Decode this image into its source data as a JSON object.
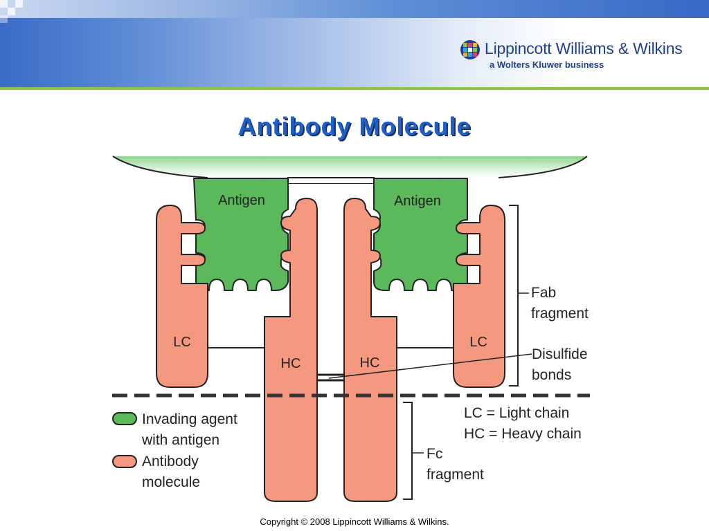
{
  "logo": {
    "main": "Lippincott Williams & Wilkins",
    "sub": "a Wolters Kluwer business"
  },
  "slide": {
    "title": "Antibody Molecule"
  },
  "diagram": {
    "antigen_left": "Antigen",
    "antigen_right": "Antigen",
    "lc_left": "LC",
    "lc_right": "LC",
    "hc_left": "HC",
    "hc_right": "HC",
    "fab_line1": "Fab",
    "fab_line2": "fragment",
    "disulfide_line1": "Disulfide",
    "disulfide_line2": "bonds",
    "lc_def": "LC = Light chain",
    "hc_def": "HC = Heavy chain",
    "fc_line1": "Fc",
    "fc_line2": "fragment",
    "legend": [
      {
        "line1": "Invading agent",
        "line2": "with antigen",
        "color": "#5bb85b"
      },
      {
        "line1": "Antibody",
        "line2": "molecule",
        "color": "#f4997f"
      }
    ]
  },
  "footer": {
    "copyright": "Copyright © 2008 Lippincott Williams & Wilkins."
  },
  "colors": {
    "antigen": "#5bb85b",
    "antibody": "#f4997f",
    "title": "#1f5fc8",
    "accent_line": "#8dc63f"
  }
}
